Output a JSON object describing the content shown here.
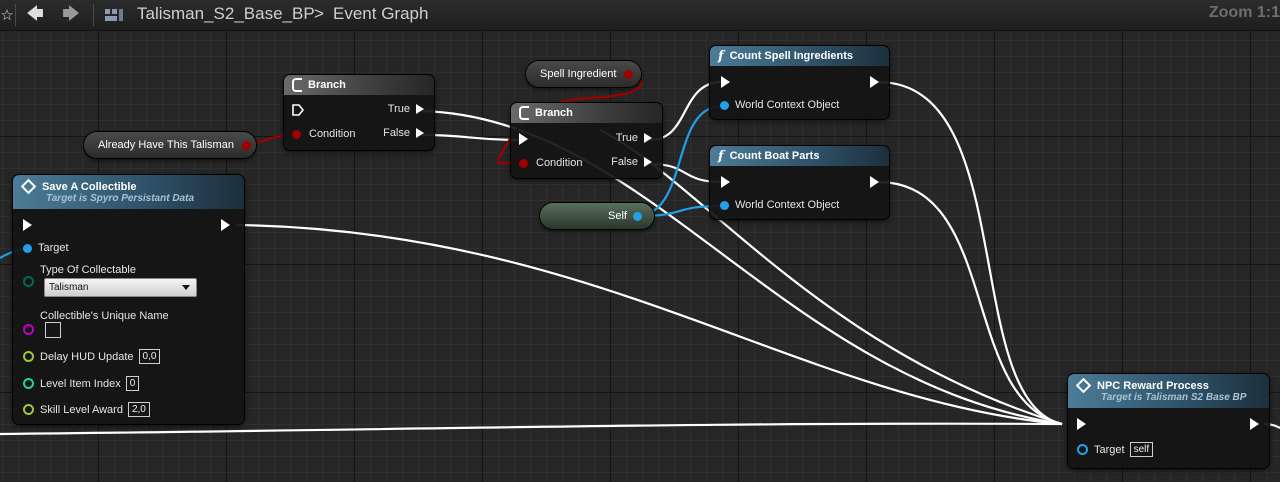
{
  "toolbar": {
    "asset": "Talisman_S2_Base_BP",
    "separator": ">",
    "graph": "Event Graph",
    "zoom": "Zoom 1:1",
    "star": "☆",
    "back": "🡄",
    "forward": "🡆"
  },
  "colors": {
    "exec": "#ffffff",
    "object_pin": "#20a0e8",
    "bool_pin": "#a00000",
    "float_pin": "#9ec63c",
    "int_pin": "#1fd3a8",
    "byte_pin": "#00695f",
    "name_pin": "#c000c0",
    "wire": "#ffffff",
    "object_wire": "#20a0e8"
  },
  "variables": {
    "spell_ingredient": "Spell Ingredient",
    "already_have_talisman": "Already Have This Talisman",
    "self": "Self"
  },
  "branch1": {
    "title": "Branch",
    "true_label": "True",
    "false_label": "False",
    "condition": "Condition"
  },
  "branch2": {
    "title": "Branch",
    "true_label": "True",
    "false_label": "False",
    "condition": "Condition"
  },
  "count_spell": {
    "title": "Count Spell Ingredients",
    "world": "World Context Object"
  },
  "count_boat": {
    "title": "Count Boat Parts",
    "world": "World Context Object"
  },
  "save_collectible": {
    "title": "Save A Collectible",
    "subtitle": "Target is Spyro Persistant Data",
    "target": "Target",
    "type_label": "Type Of Collectable",
    "type_value": "Talisman",
    "unique_label": "Collectible's Unique Name",
    "unique_value": "",
    "delay_label": "Delay HUD Update",
    "delay_value": "0,0",
    "level_label": "Level Item Index",
    "level_value": "0",
    "skill_label": "Skill Level Award",
    "skill_value": "2,0"
  },
  "npc_reward": {
    "title": "NPC Reward Process",
    "subtitle": "Target is Talisman S2 Base BP",
    "target": "Target",
    "target_value": "self"
  }
}
